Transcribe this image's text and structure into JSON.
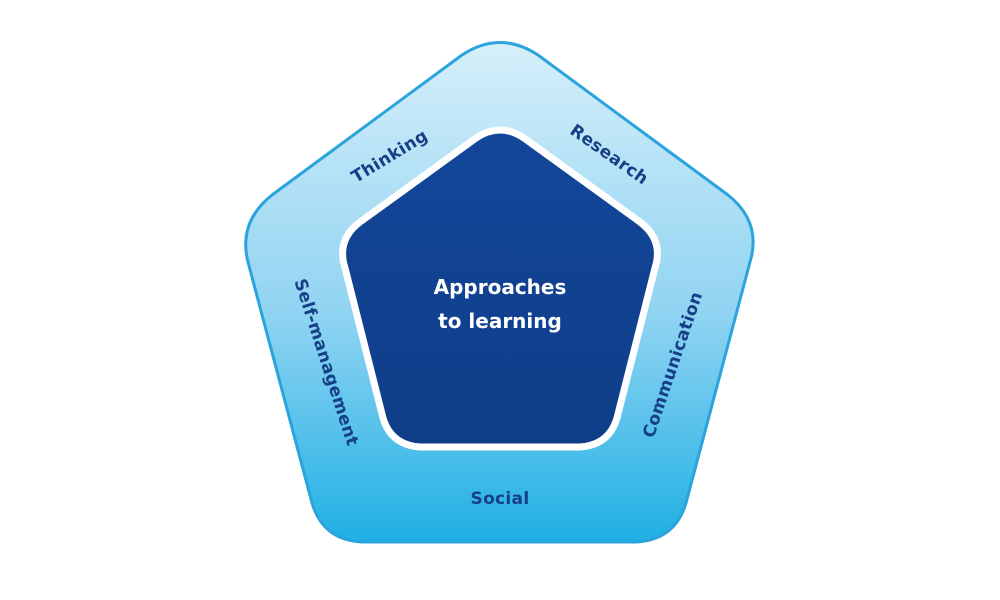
{
  "diagram": {
    "center": {
      "line1": "Approaches",
      "line2": "to learning"
    },
    "labels": {
      "thinking": "Thinking",
      "research": "Research",
      "communication": "Communication",
      "social": "Social",
      "self_management": "Self-management"
    },
    "colors": {
      "outer_stroke": "#2ba3dc",
      "ring_top": "#d6effa",
      "ring_bottom": "#1fb0e4",
      "inner_fill": "#0f3d88",
      "inner_stroke": "#ffffff",
      "label_text": "#163f86",
      "center_text": "#ffffff"
    }
  }
}
